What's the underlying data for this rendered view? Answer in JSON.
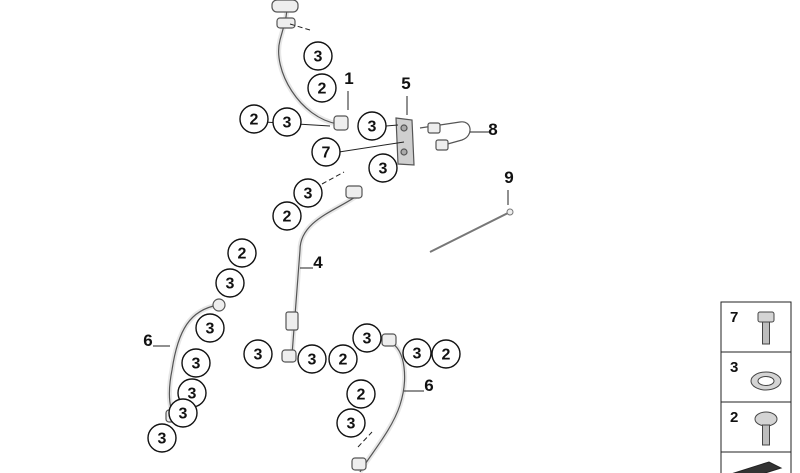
{
  "diagram": {
    "part_numbers": [
      "1",
      "4",
      "5",
      "6",
      "6",
      "8",
      "9"
    ],
    "callouts": [
      {
        "label": "3"
      },
      {
        "label": "2"
      },
      {
        "label": "2"
      },
      {
        "label": "3"
      },
      {
        "label": "3"
      },
      {
        "label": "7"
      },
      {
        "label": "3"
      },
      {
        "label": "3"
      },
      {
        "label": "2"
      },
      {
        "label": "2"
      },
      {
        "label": "3"
      },
      {
        "label": "3"
      },
      {
        "label": "3"
      },
      {
        "label": "3"
      },
      {
        "label": "3"
      },
      {
        "label": "3"
      },
      {
        "label": "3"
      },
      {
        "label": "3"
      },
      {
        "label": "2"
      },
      {
        "label": "3"
      },
      {
        "label": "3"
      },
      {
        "label": "2"
      },
      {
        "label": "2"
      },
      {
        "label": "3"
      }
    ],
    "legend": [
      {
        "label": "7",
        "icon": "bolt-icon"
      },
      {
        "label": "3",
        "icon": "washer-icon"
      },
      {
        "label": "2",
        "icon": "banjo-bolt-icon"
      }
    ]
  }
}
